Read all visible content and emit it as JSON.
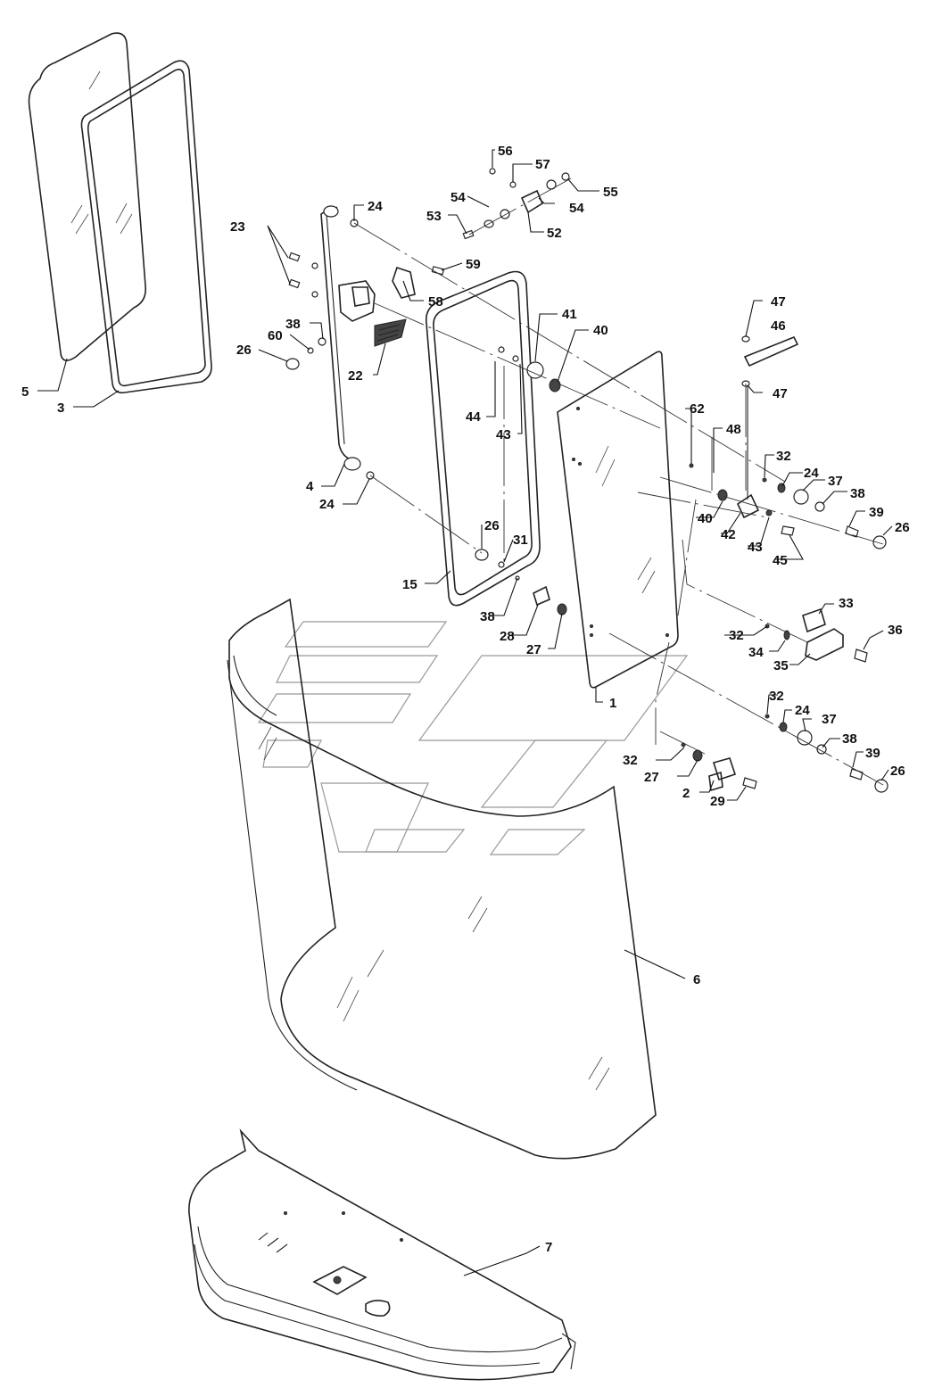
{
  "diagram": {
    "labels": [
      {
        "id": "5",
        "text": "5"
      },
      {
        "id": "3",
        "text": "3"
      },
      {
        "id": "4",
        "text": "4"
      },
      {
        "id": "23",
        "text": "23"
      },
      {
        "id": "24a",
        "text": "24"
      },
      {
        "id": "24b",
        "text": "24"
      },
      {
        "id": "26a",
        "text": "26"
      },
      {
        "id": "60",
        "text": "60"
      },
      {
        "id": "38a",
        "text": "38"
      },
      {
        "id": "22",
        "text": "22"
      },
      {
        "id": "58",
        "text": "58"
      },
      {
        "id": "59",
        "text": "59"
      },
      {
        "id": "56",
        "text": "56"
      },
      {
        "id": "57",
        "text": "57"
      },
      {
        "id": "55",
        "text": "55"
      },
      {
        "id": "54a",
        "text": "54"
      },
      {
        "id": "54b",
        "text": "54"
      },
      {
        "id": "53",
        "text": "53"
      },
      {
        "id": "52",
        "text": "52"
      },
      {
        "id": "41",
        "text": "41"
      },
      {
        "id": "40a",
        "text": "40"
      },
      {
        "id": "44",
        "text": "44"
      },
      {
        "id": "43a",
        "text": "43"
      },
      {
        "id": "47a",
        "text": "47"
      },
      {
        "id": "46",
        "text": "46"
      },
      {
        "id": "47b",
        "text": "47"
      },
      {
        "id": "62",
        "text": "62"
      },
      {
        "id": "48",
        "text": "48"
      },
      {
        "id": "32a",
        "text": "32"
      },
      {
        "id": "24c",
        "text": "24"
      },
      {
        "id": "37a",
        "text": "37"
      },
      {
        "id": "38b",
        "text": "38"
      },
      {
        "id": "39a",
        "text": "39"
      },
      {
        "id": "26b",
        "text": "26"
      },
      {
        "id": "40b",
        "text": "40"
      },
      {
        "id": "42",
        "text": "42"
      },
      {
        "id": "43b",
        "text": "43"
      },
      {
        "id": "45",
        "text": "45"
      },
      {
        "id": "15",
        "text": "15"
      },
      {
        "id": "26c",
        "text": "26"
      },
      {
        "id": "31",
        "text": "31"
      },
      {
        "id": "38c",
        "text": "38"
      },
      {
        "id": "28",
        "text": "28"
      },
      {
        "id": "27a",
        "text": "27"
      },
      {
        "id": "1",
        "text": "1"
      },
      {
        "id": "33",
        "text": "33"
      },
      {
        "id": "32b",
        "text": "32"
      },
      {
        "id": "34",
        "text": "34"
      },
      {
        "id": "35",
        "text": "35"
      },
      {
        "id": "36",
        "text": "36"
      },
      {
        "id": "32c",
        "text": "32"
      },
      {
        "id": "24d",
        "text": "24"
      },
      {
        "id": "37b",
        "text": "37"
      },
      {
        "id": "38d",
        "text": "38"
      },
      {
        "id": "39b",
        "text": "39"
      },
      {
        "id": "26d",
        "text": "26"
      },
      {
        "id": "32d",
        "text": "32"
      },
      {
        "id": "27b",
        "text": "27"
      },
      {
        "id": "2",
        "text": "2"
      },
      {
        "id": "29",
        "text": "29"
      },
      {
        "id": "6",
        "text": "6"
      },
      {
        "id": "7",
        "text": "7"
      }
    ]
  }
}
